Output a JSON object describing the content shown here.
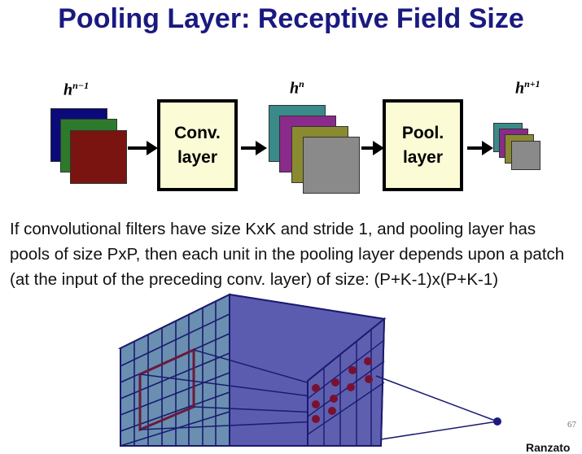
{
  "title": "Pooling Layer: Receptive Field Size",
  "labels": {
    "h_prev": {
      "base": "h",
      "sup": "n−1"
    },
    "h_cur": {
      "base": "h",
      "sup": "n"
    },
    "h_next": {
      "base": "h",
      "sup": "n+1"
    }
  },
  "boxes": {
    "conv": "Conv.\nlayer",
    "pool": "Pool.\nlayer"
  },
  "paragraph": "If convolutional filters have size KxK and stride 1, and pooling layer has pools of size PxP, then each unit in the pooling layer depends upon a patch (at the input of the preceding conv. layer) of size: (P+K-1)x(P+K-1)",
  "page_number": "67",
  "author_fragment": "Ranzato",
  "colors": {
    "title": "#1a1a80",
    "navy": "#0a0a7a",
    "green": "#2d7a2d",
    "darkred": "#7a1410",
    "teal": "#3a8a8a",
    "purple": "#8a2a8a",
    "olive": "#8a8a30",
    "gray": "#8a8a8a",
    "box_fill": "#fbfbd6",
    "volume": "#5f5fb0",
    "grid_face": "#6a8fb0"
  }
}
